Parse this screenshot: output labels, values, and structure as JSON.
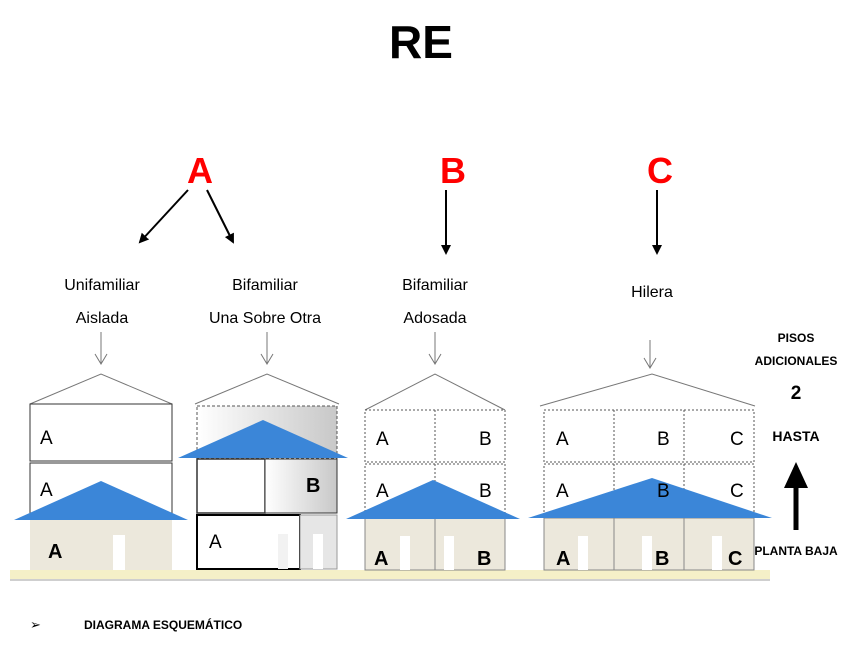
{
  "title": "RE",
  "groups": [
    {
      "letter": "A",
      "color": "#ff0000"
    },
    {
      "letter": "B",
      "color": "#ff0000"
    },
    {
      "letter": "C",
      "color": "#ff0000"
    }
  ],
  "types": [
    {
      "line1": "Unifamiliar",
      "line2": "Aislada"
    },
    {
      "line1": "Bifamiliar",
      "line2": "Una Sobre Otra"
    },
    {
      "line1": "Bifamiliar",
      "line2": "Adosada"
    },
    {
      "line1": "Hilera",
      "line2": ""
    }
  ],
  "units": {
    "a": "A",
    "b": "B",
    "c": "C"
  },
  "side": {
    "line1": "PISOS",
    "line2": "ADICIONALES",
    "number": "2",
    "hasta": "HASTA",
    "bottom": "PLANTA BAJA"
  },
  "footer": {
    "bullet": "➢",
    "text": "DIAGRAMA  ESQUEMÁTICO"
  },
  "colors": {
    "roof_blue": "#3b86d8",
    "ground": "#f5f0c8",
    "ground_floor": "#ece8dc",
    "accent_red": "#ff0000"
  }
}
